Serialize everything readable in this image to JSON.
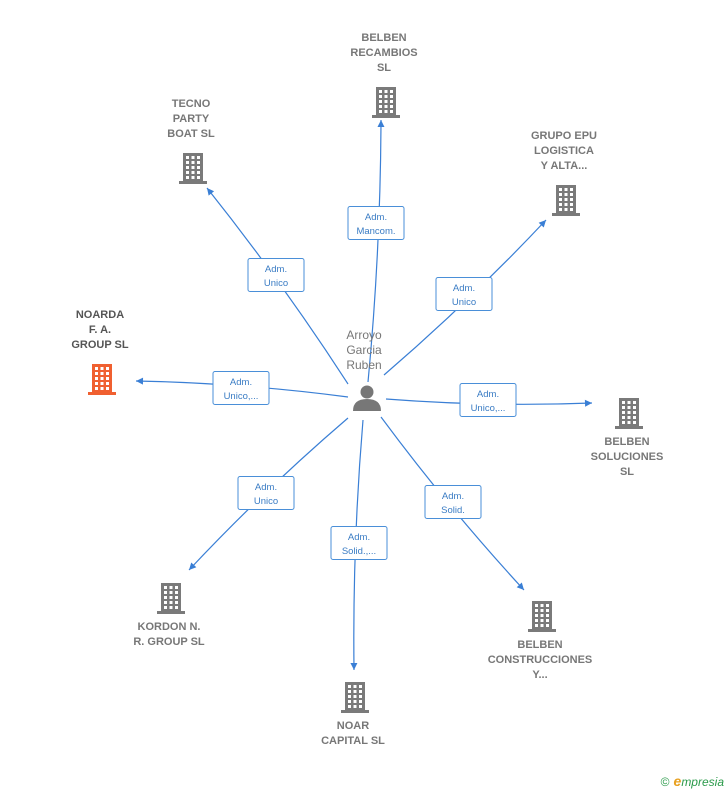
{
  "center": {
    "name_lines": [
      "Arroyo",
      "Garcia",
      "Ruben"
    ],
    "icon": "person-icon"
  },
  "companies": [
    {
      "id": "belben-recambios",
      "lines": [
        "BELBEN",
        "RECAMBIOS",
        "SL"
      ],
      "highlight": false,
      "icon": "building-icon"
    },
    {
      "id": "tecno-party",
      "lines": [
        "TECNO",
        "PARTY",
        "BOAT  SL"
      ],
      "highlight": false,
      "icon": "building-icon"
    },
    {
      "id": "grupo-epu",
      "lines": [
        "GRUPO EPU",
        "LOGISTICA",
        "Y ALTA..."
      ],
      "highlight": false,
      "icon": "building-icon"
    },
    {
      "id": "noarda",
      "lines": [
        "NOARDA",
        "F. A.",
        "GROUP  SL"
      ],
      "highlight": true,
      "icon": "building-icon"
    },
    {
      "id": "belben-soluciones",
      "lines": [
        "BELBEN",
        "SOLUCIONES",
        "SL"
      ],
      "highlight": false,
      "icon": "building-icon"
    },
    {
      "id": "kordon",
      "lines": [
        "KORDON N.",
        "R. GROUP  SL"
      ],
      "highlight": false,
      "icon": "building-icon"
    },
    {
      "id": "noar-capital",
      "lines": [
        "NOAR",
        "CAPITAL  SL"
      ],
      "highlight": false,
      "icon": "building-icon"
    },
    {
      "id": "belben-construcciones",
      "lines": [
        "BELBEN",
        "CONSTRUCCIONES",
        "Y..."
      ],
      "highlight": false,
      "icon": "building-icon"
    }
  ],
  "roles": [
    {
      "target": "belben-recambios",
      "lines": [
        "Adm.",
        "Mancom."
      ]
    },
    {
      "target": "tecno-party",
      "lines": [
        "Adm.",
        "Unico"
      ]
    },
    {
      "target": "grupo-epu",
      "lines": [
        "Adm.",
        "Unico"
      ]
    },
    {
      "target": "noarda",
      "lines": [
        "Adm.",
        "Unico,..."
      ]
    },
    {
      "target": "belben-soluciones",
      "lines": [
        "Adm.",
        "Unico,..."
      ]
    },
    {
      "target": "kordon",
      "lines": [
        "Adm.",
        "Unico"
      ]
    },
    {
      "target": "noar-capital",
      "lines": [
        "Adm.",
        "Solid.,..."
      ]
    },
    {
      "target": "belben-construcciones",
      "lines": [
        "Adm.",
        "Solid."
      ]
    }
  ],
  "colors": {
    "edge": "#3a7fd5",
    "building": "#7a7a7a",
    "building_highlight": "#f06030",
    "person": "#777777"
  },
  "footer": {
    "copyright": "©",
    "brand_first": "e",
    "brand_rest": "mpresia"
  }
}
